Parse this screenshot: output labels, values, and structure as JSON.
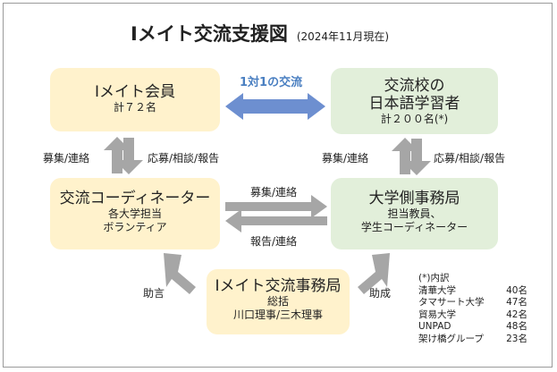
{
  "title": "Iメイト交流支援図",
  "date_note": "(2024年11月現在)",
  "boxes": {
    "imate": {
      "name": "Iメイト会員",
      "sub": "計７２名"
    },
    "partner": {
      "name1": "交流校の",
      "name2": "日本語学習者",
      "sub": "計２００名(*)"
    },
    "coordinator": {
      "name": "交流コーディネーター",
      "sub1": "各大学担当",
      "sub2": "ボランティア"
    },
    "university": {
      "name": "大学側事務局",
      "sub1": "担当教員、",
      "sub2": "学生コーディネーター"
    },
    "office": {
      "name": "Iメイト交流事務局",
      "sub1": "総括",
      "sub2": "川口理事/三木理事"
    }
  },
  "arrow_labels": {
    "exchange": "1対1の交流",
    "recruit_left": "募集/連絡",
    "apply_left": "応募/相談/報告",
    "recruit_right": "募集/連絡",
    "apply_right": "応募/相談/報告",
    "middle_top": "募集/連絡",
    "middle_bottom": "報告/連絡",
    "advice": "助言",
    "support": "助成"
  },
  "stats": {
    "heading": "(*)内訳",
    "rows": [
      {
        "name": "清華大学",
        "count": "40名"
      },
      {
        "name": "タマサート大学",
        "count": "47名"
      },
      {
        "name": "貿易大学",
        "count": "42名"
      },
      {
        "name": "UNPAD",
        "count": "48名"
      },
      {
        "name": "架け橋グループ",
        "count": "23名"
      }
    ]
  },
  "colors": {
    "yellow_box": "#fff2cc",
    "green_box": "#e2efda",
    "blue_arrow": "#6d8fd0",
    "gray_arrow": "#a6a6a6"
  }
}
